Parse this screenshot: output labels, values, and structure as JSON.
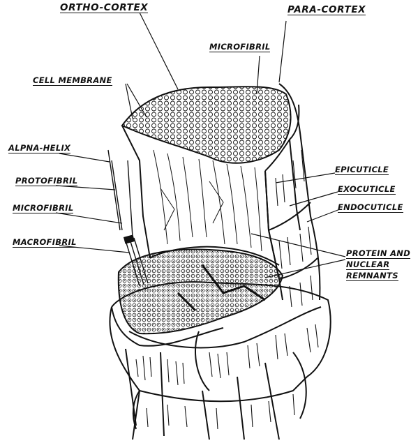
{
  "labels": {
    "ortho_cortex": "ORTHO-CORTEX",
    "para_cortex": "PARA-CORTEX",
    "microfibril_top": "MICROFIBRIL",
    "cell_membrane": "CELL MEMBRANE",
    "alpha_helix": "ALPNA-HELIX",
    "protofibril": "PROTOFIBRIL",
    "microfibril_left": "MICROFIBRIL",
    "macrofibril": "MACROFIBRIL",
    "epicuticle": "EPICUTICLE",
    "exocuticle": "EXOCUTICLE",
    "endocuticle": "ENDOCUTICLE",
    "protein_line1": "PROTEIN AND",
    "protein_line2": "NUCLEAR",
    "protein_line3": "REMNANTS"
  },
  "colors": {
    "ink": "#111111",
    "paper": "#ffffff"
  }
}
